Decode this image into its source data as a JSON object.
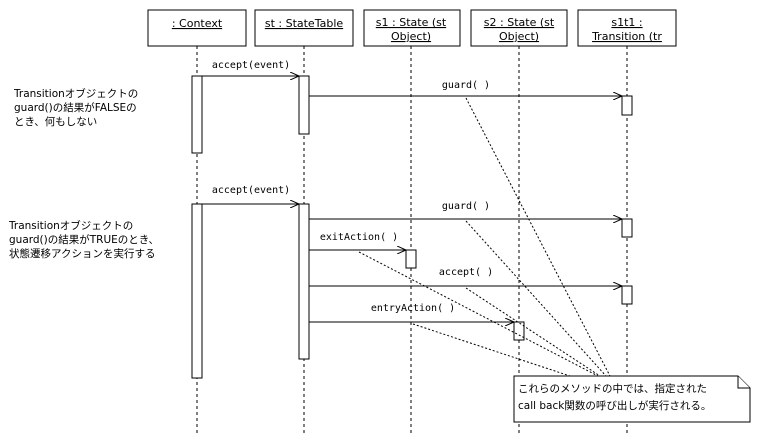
{
  "objects": [
    {
      "line1": ": Context",
      "line2": ""
    },
    {
      "line1": "st : StateTable",
      "line2": ""
    },
    {
      "line1": "s1 : State (st",
      "line2": "Object)"
    },
    {
      "line1": "s2 : State (st",
      "line2": "Object)"
    },
    {
      "line1": "s1t1 :",
      "line2": "Transition (tr"
    }
  ],
  "messages": {
    "m1": "accept(event)",
    "m2": "guard( )",
    "m3": "accept(event)",
    "m4": "guard( )",
    "m5": "exitAction( )",
    "m6": "accept( )",
    "m7": "entryAction( )"
  },
  "notes": {
    "case1": [
      "Transitionオブジェクトの",
      "guard()の結果がFALSEの",
      "とき、何もしない"
    ],
    "case2": [
      "Transitionオブジェクトの",
      "guard()の結果がTRUEのとき、",
      "状態遷移アクションを実行する"
    ],
    "callback": [
      "これらのメソッドの中では、指定された",
      "call back関数の呼び出しが実行される。"
    ]
  }
}
